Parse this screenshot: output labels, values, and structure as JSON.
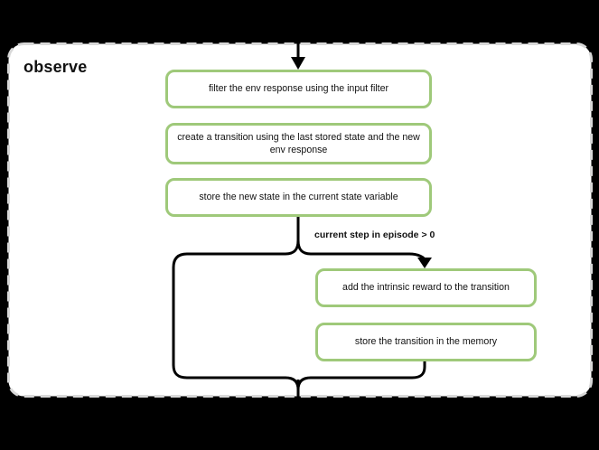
{
  "panel": {
    "title": "observe"
  },
  "nodes": [
    {
      "id": "filter-env-response",
      "label": "filter the env response using the input filter"
    },
    {
      "id": "create-transition",
      "label": "create a transition using the last stored state and the new env response"
    },
    {
      "id": "store-new-state",
      "label": "store the new state in the current state variable"
    },
    {
      "id": "add-intrinsic-reward",
      "label": "add the intrinsic reward to the transition"
    },
    {
      "id": "store-transition",
      "label": "store the transition in the memory"
    }
  ],
  "condition": {
    "label": "current step in episode > 0"
  },
  "icons": {
    "entry_arrow": "arrowhead-down",
    "branch_arrow": "arrowhead-down"
  },
  "colors": {
    "background": "#000000",
    "panel_background": "#ffffff",
    "panel_border": "#d8d8d8",
    "node_border": "#9fc97a",
    "node_background": "#ffffff",
    "connector": "#000000",
    "text": "#111111"
  }
}
